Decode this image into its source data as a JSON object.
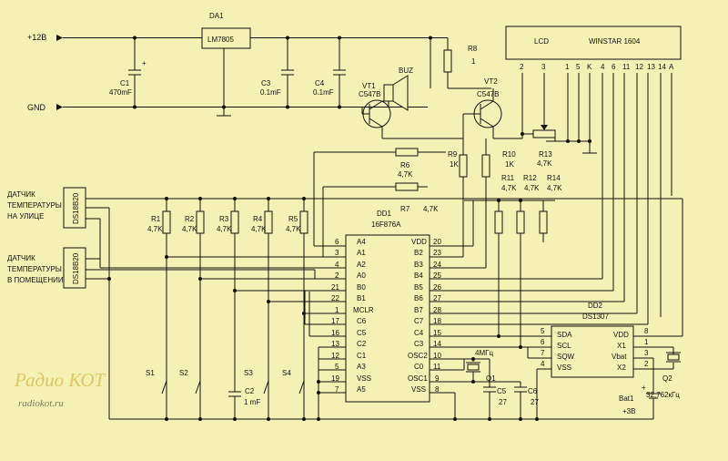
{
  "rails": {
    "v12": "+12В",
    "gnd": "GND"
  },
  "reg": {
    "ref": "DA1",
    "part": "LM7805"
  },
  "caps": {
    "c1": {
      "ref": "C1",
      "val": "470mF",
      "pol": "+"
    },
    "c3": {
      "ref": "C3",
      "val": "0.1mF"
    },
    "c4": {
      "ref": "C4",
      "val": "0.1mF"
    },
    "c2": {
      "ref": "C2",
      "val": "1 mF"
    },
    "c5": {
      "ref": "C5",
      "val": "27"
    },
    "c6": {
      "ref": "C6",
      "val": "27"
    }
  },
  "buzzer": "BUZ",
  "vt1": {
    "ref": "VT1",
    "part": "C547B"
  },
  "vt2": {
    "ref": "VT2",
    "part": "C547B"
  },
  "res": {
    "r8": {
      "ref": "R8",
      "val": "1"
    },
    "r6": {
      "ref": "R6",
      "val": "4,7K"
    },
    "r7": {
      "ref": "R7",
      "val": "4,7K"
    },
    "r9": {
      "ref": "R9",
      "val": "1K"
    },
    "r10": {
      "ref": "R10",
      "val": "1K"
    },
    "r13": {
      "ref": "R13",
      "val": "4,7K"
    },
    "r11": {
      "ref": "R11",
      "val": "4,7K"
    },
    "r12": {
      "ref": "R12",
      "val": "4,7K"
    },
    "r14": {
      "ref": "R14",
      "val": "4,7K"
    },
    "r1": {
      "ref": "R1",
      "val": "4,7K"
    },
    "r2": {
      "ref": "R2",
      "val": "4,7K"
    },
    "r3": {
      "ref": "R3",
      "val": "4,7K"
    },
    "r4": {
      "ref": "R4",
      "val": "4,7K"
    },
    "r5": {
      "ref": "R5",
      "val": "4,7K"
    }
  },
  "lcd": {
    "label": "LCD",
    "model": "WINSTAR 1604",
    "pins": [
      "2",
      "3",
      "1",
      "5",
      "K",
      "4",
      "6",
      "11",
      "12",
      "13",
      "14",
      "A"
    ]
  },
  "sensors": [
    {
      "part": "DS18B20",
      "caption": [
        "ДАТЧИК",
        "ТЕМПЕРАТУРЫ",
        "НА УЛИЦЕ"
      ]
    },
    {
      "part": "DS18B20",
      "caption": [
        "ДАТЧИК",
        "ТЕМПЕРАТУРЫ",
        "В ПОМЕЩЕНИИ"
      ]
    }
  ],
  "mcu": {
    "ref": "DD1",
    "part": "16F876A",
    "left_pins": [
      {
        "num": "6",
        "name": "A4"
      },
      {
        "num": "3",
        "name": "A1"
      },
      {
        "num": "4",
        "name": "A2"
      },
      {
        "num": "2",
        "name": "A0"
      },
      {
        "num": "21",
        "name": "B0"
      },
      {
        "num": "22",
        "name": "B1"
      },
      {
        "num": "1",
        "name": "MCLR"
      },
      {
        "num": "17",
        "name": "C6"
      },
      {
        "num": "16",
        "name": "C5"
      },
      {
        "num": "13",
        "name": "C2"
      },
      {
        "num": "12",
        "name": "C1"
      },
      {
        "num": "5",
        "name": "A3"
      },
      {
        "num": "19",
        "name": "VSS"
      },
      {
        "num": "7",
        "name": "A5"
      }
    ],
    "right_pins": [
      {
        "num": "20",
        "name": "VDD"
      },
      {
        "num": "23",
        "name": "B2"
      },
      {
        "num": "24",
        "name": "B3"
      },
      {
        "num": "25",
        "name": "B4"
      },
      {
        "num": "26",
        "name": "B5"
      },
      {
        "num": "27",
        "name": "B6"
      },
      {
        "num": "28",
        "name": "B7"
      },
      {
        "num": "18",
        "name": "C7"
      },
      {
        "num": "15",
        "name": "C4"
      },
      {
        "num": "14",
        "name": "C3"
      },
      {
        "num": "10",
        "name": "OSC2"
      },
      {
        "num": "11",
        "name": "C0"
      },
      {
        "num": "9",
        "name": "OSC1"
      },
      {
        "num": "8",
        "name": "VSS"
      }
    ]
  },
  "rtc": {
    "ref": "DD2",
    "part": "DS1307",
    "left_pins": [
      {
        "num": "5",
        "name": "SDA"
      },
      {
        "num": "6",
        "name": "SCL"
      },
      {
        "num": "7",
        "name": "SQW"
      },
      {
        "num": "4",
        "name": "VSS"
      }
    ],
    "right_pins": [
      {
        "num": "8",
        "name": "VDD"
      },
      {
        "num": "1",
        "name": "X1"
      },
      {
        "num": "3",
        "name": "Vbat"
      },
      {
        "num": "2",
        "name": "X2"
      }
    ]
  },
  "q1": {
    "ref": "Q1",
    "val": "4МГц"
  },
  "q2": {
    "ref": "Q2",
    "val": "32,762кГц"
  },
  "battery": {
    "ref": "Bat1",
    "val": "+3В",
    "pol": "+"
  },
  "switches": [
    "S1",
    "S2",
    "S3",
    "S4"
  ],
  "watermark": {
    "brand": "Радио КОТ",
    "url": "radiokot.ru"
  }
}
